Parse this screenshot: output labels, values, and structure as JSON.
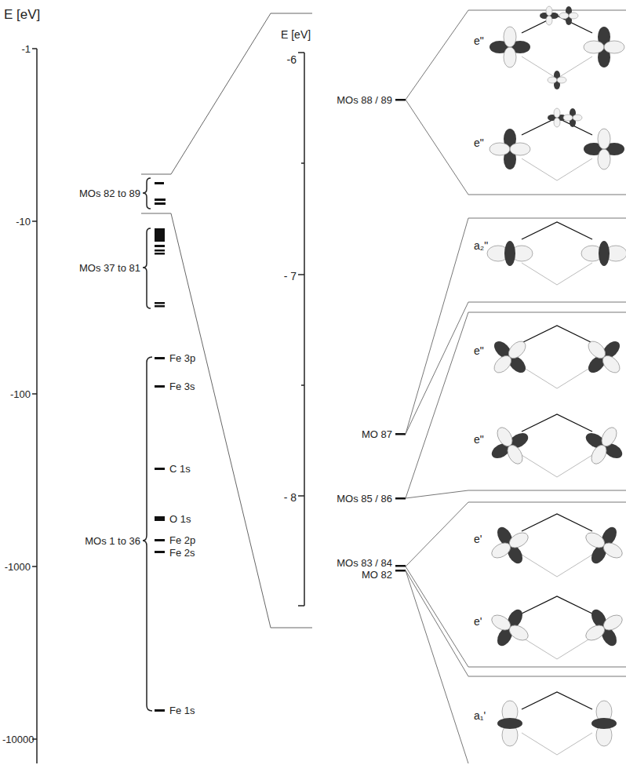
{
  "diagram": {
    "labels": [
      "E [eV]",
      "-1",
      "-10",
      "-100",
      "-1000",
      "-10000",
      "MOs 82 to 89",
      "MOs 37 to 81",
      "MOs 1 to 36",
      "Fe 3p",
      "Fe 3s",
      "C 1s",
      "O 1s",
      "Fe 2p",
      "Fe 2s",
      "Fe 1s",
      "E [eV]",
      "-6",
      "- 7",
      "- 8",
      "MOs 88 / 89",
      "MO 87",
      "MOs 85 / 86",
      "MOs 83 / 84",
      "MO 82",
      "e\"",
      "e\"",
      "a₂\"",
      "e\"",
      "e\"",
      "e'",
      "e'",
      "a₁'"
    ]
  }
}
